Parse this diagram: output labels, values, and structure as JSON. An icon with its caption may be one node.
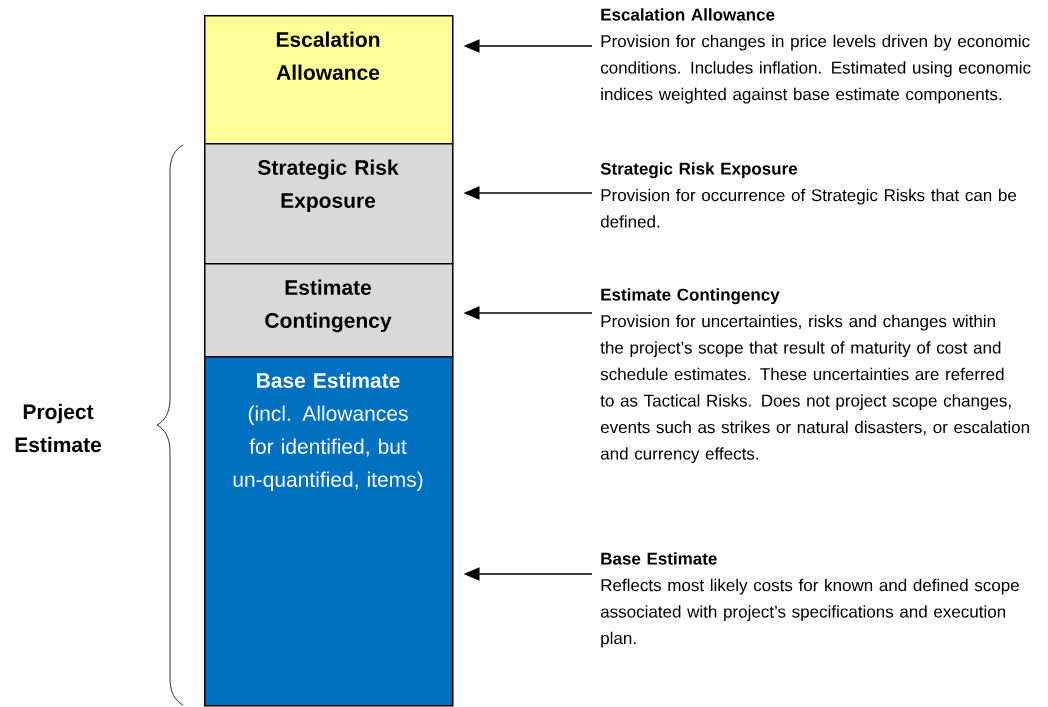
{
  "diagram": {
    "nodes": [
      {
        "text": [
          "Escalation Allowance"
        ]
      },
      {
        "text": [
          "Strategic Risk Exposure"
        ]
      },
      {
        "text": [
          "Estimate Contingency"
        ]
      },
      {
        "text": [
          "Base Estimate",
          "(incl. Allowances for identified, but un-quantified, items)"
        ]
      },
      {
        "text": [
          "Escalation Allowance",
          "Provision for changes in price levels driven by economic conditions. Includes inflation. Estimated using economic indices weighted against base estimate components."
        ]
      },
      {
        "text": [
          "Strategic Risk Exposure",
          "Provision for occurrence of Strategic Risks that can be defined."
        ]
      },
      {
        "text": [
          "Estimate Contingency",
          "Provision for uncertainties, risks and changes within the project’s scope that result of maturity of cost and schedule estimates. These uncertainties are referred to as Tactical Risks. Does not project scope changes, events such as strikes or natural disasters, or escalation and currency effects."
        ]
      },
      {
        "text": [
          "Base Estimate",
          "Reflects most likely costs for known and defined scope associated with project’s specifications and execution plan."
        ]
      }
    ],
    "edges": [
      {
        "from": 4,
        "to": 0,
        "arrow": "to"
      },
      {
        "from": 5,
        "to": 1,
        "arrow": "to"
      },
      {
        "from": 6,
        "to": 2,
        "arrow": "to"
      },
      {
        "from": 7,
        "to": 3,
        "arrow": "to"
      }
    ],
    "labels": [
      "Project Estimate"
    ]
  }
}
